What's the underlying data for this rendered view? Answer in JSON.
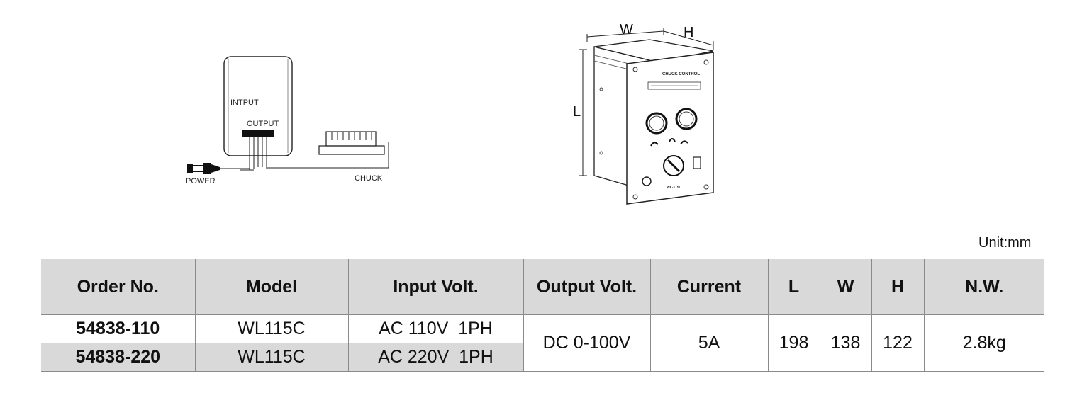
{
  "wiring_diagram": {
    "input_label": "INTPUT",
    "output_label": "OUTPUT",
    "power_label": "POWER",
    "chuck_label": "CHUCK"
  },
  "device_drawing": {
    "w_label": "W",
    "h_label": "H",
    "l_label": "L",
    "panel_title": "CHUCK CONTROL",
    "model_plate": "WL-115C"
  },
  "unit_label": "Unit:mm",
  "table": {
    "headers": [
      "Order No.",
      "Model",
      "Input Volt.",
      "Output Volt.",
      "Current",
      "L",
      "W",
      "H",
      "N.W."
    ],
    "rows": [
      {
        "order_no": "54838-110",
        "model": "WL115C",
        "input_volt": "AC 110V  1PH"
      },
      {
        "order_no": "54838-220",
        "model": "WL115C",
        "input_volt": "AC 220V  1PH"
      }
    ],
    "shared": {
      "output_volt": "DC 0-100V",
      "current": "5A",
      "l": "198",
      "w": "138",
      "h": "122",
      "nw": "2.8kg"
    }
  }
}
